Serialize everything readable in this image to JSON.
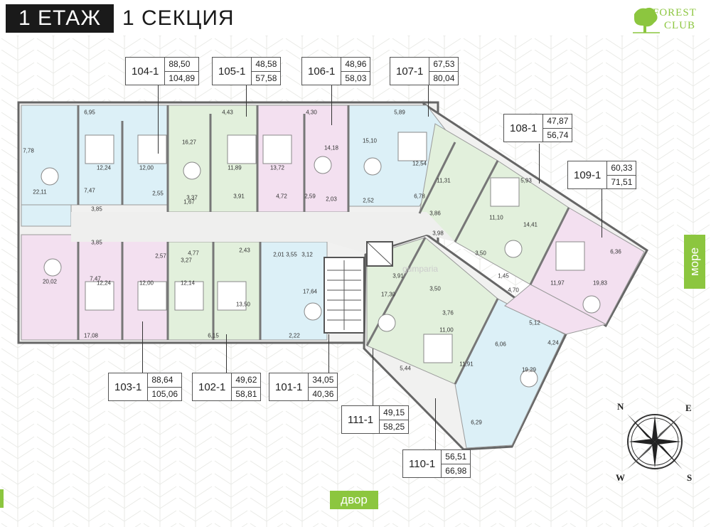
{
  "header": {
    "floor": "1 ЕТАЖ",
    "section": "1 СЕКЦИЯ"
  },
  "logo": {
    "line1": "FOREST",
    "line2": "CLUB"
  },
  "tags": {
    "sea": "море",
    "yard": "двор"
  },
  "compass": {
    "n": "N",
    "e": "E",
    "s": "S",
    "w": "W"
  },
  "apartments": [
    {
      "code": "104-1",
      "area1": "88,50",
      "area2": "104,89"
    },
    {
      "code": "105-1",
      "area1": "48,58",
      "area2": "57,58"
    },
    {
      "code": "106-1",
      "area1": "48,96",
      "area2": "58,03"
    },
    {
      "code": "107-1",
      "area1": "67,53",
      "area2": "80,04"
    },
    {
      "code": "108-1",
      "area1": "47,87",
      "area2": "56,74"
    },
    {
      "code": "109-1",
      "area1": "60,33",
      "area2": "71,51"
    },
    {
      "code": "103-1",
      "area1": "88,64",
      "area2": "105,06"
    },
    {
      "code": "102-1",
      "area1": "49,62",
      "area2": "58,81"
    },
    {
      "code": "101-1",
      "area1": "34,05",
      "area2": "40,36"
    },
    {
      "code": "111-1",
      "area1": "49,15",
      "area2": "58,25"
    },
    {
      "code": "110-1",
      "area1": "56,51",
      "area2": "66,98"
    }
  ],
  "room_areas": [
    "6,95",
    "4,43",
    "4,30",
    "5,89",
    "7,78",
    "16,27",
    "14,18",
    "15,10",
    "12,24",
    "12,00",
    "11,89",
    "13,72",
    "12,54",
    "22,11",
    "7,47",
    "2,55",
    "3,37",
    "3,91",
    "4,72",
    "2,59",
    "2,03",
    "2,52",
    "6,78",
    "1,67",
    "11,31",
    "5,93",
    "3,85",
    "3,86",
    "11,10",
    "14,41",
    "3,85",
    "3,98",
    "6,36",
    "2,57",
    "2,43",
    "2,01",
    "3,55",
    "3,12",
    "3,27",
    "4,77",
    "3,50",
    "20,02",
    "7,47",
    "1,45",
    "12,24",
    "12,00",
    "12,14",
    "17,64",
    "3,91",
    "4,70",
    "11,97",
    "19,83",
    "13,50",
    "17,30",
    "3,50",
    "17,08",
    "6,15",
    "2,22",
    "3,76",
    "5,12",
    "11,00",
    "4,24",
    "6,06",
    "5,44",
    "11,91",
    "19,29",
    "6,29"
  ],
  "colors": {
    "accent": "#8cc63f",
    "blue": "#dcf0f7",
    "pink": "#f3e0f0",
    "green": "#e2f0dc",
    "wall": "#666666"
  }
}
